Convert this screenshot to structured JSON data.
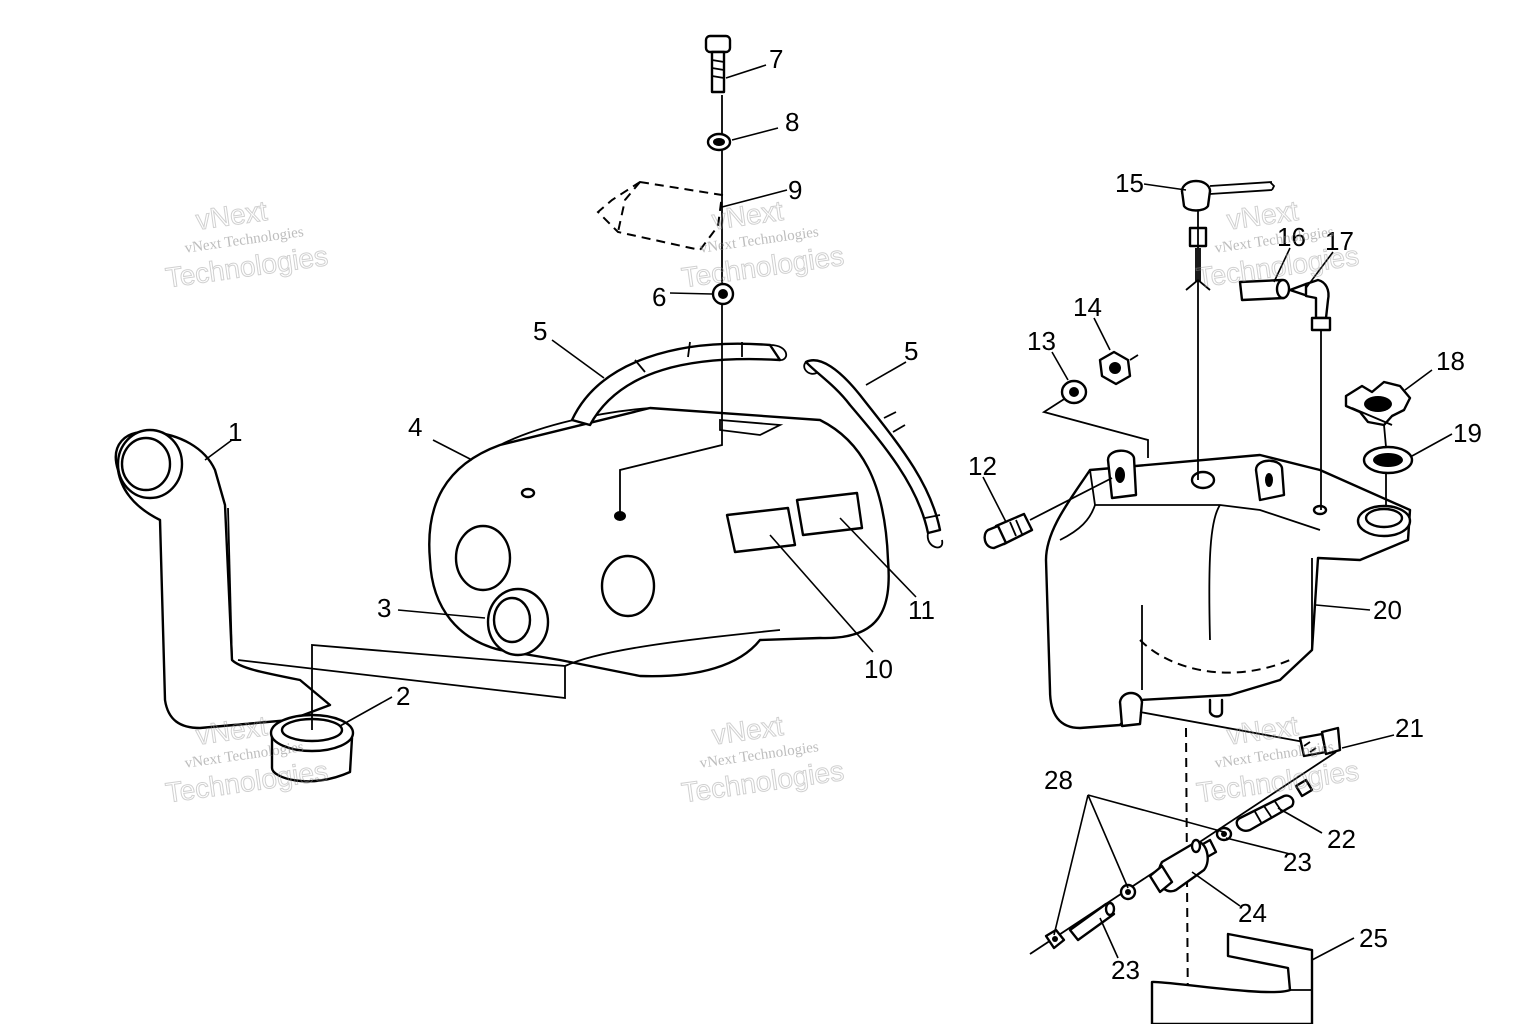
{
  "callouts": {
    "c1": "1",
    "c2": "2",
    "c3": "3",
    "c4": "4",
    "c5a": "5",
    "c5b": "5",
    "c6": "6",
    "c7": "7",
    "c8": "8",
    "c9": "9",
    "c10": "10",
    "c11": "11",
    "c12": "12",
    "c13": "13",
    "c14": "14",
    "c15": "15",
    "c16": "16",
    "c17": "17",
    "c18": "18",
    "c19": "19",
    "c20": "20",
    "c21": "21",
    "c22": "22",
    "c23a": "23",
    "c23b": "23",
    "c24": "24",
    "c25": "25",
    "c28": "28"
  },
  "watermark": {
    "small": "vNext Technologies",
    "big_line1": "vNext",
    "big_line2": "Technologies"
  }
}
